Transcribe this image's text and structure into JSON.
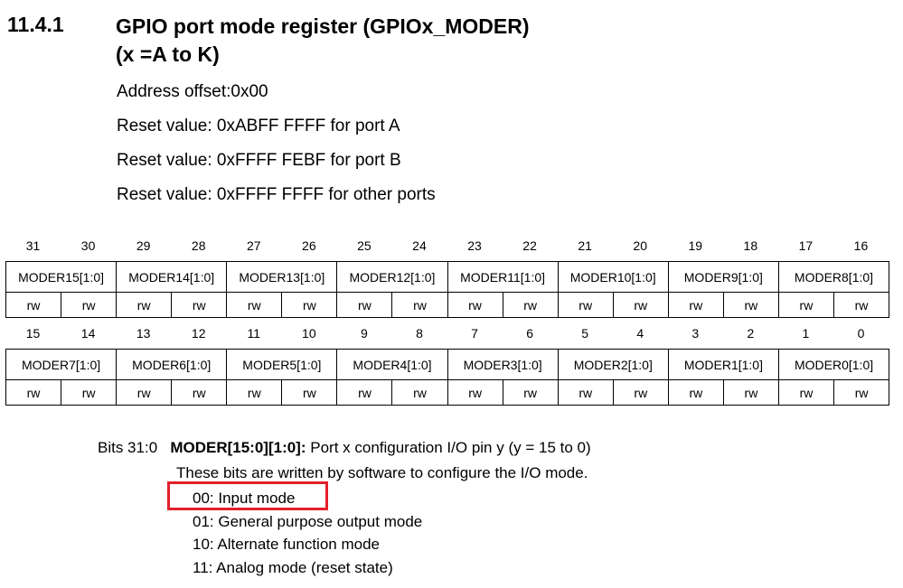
{
  "section": {
    "number": "11.4.1",
    "title_line1": "GPIO port mode register (GPIOx_MODER)",
    "title_line2": "(x =A to K)"
  },
  "meta": {
    "address": "Address offset:0x00",
    "reset_a": "Reset value: 0xABFF FFFF for port A",
    "reset_b": "Reset value: 0xFFFF FEBF for port B",
    "reset_other": "Reset value: 0xFFFF FFFF for other ports"
  },
  "register": {
    "upper_bits": [
      "31",
      "30",
      "29",
      "28",
      "27",
      "26",
      "25",
      "24",
      "23",
      "22",
      "21",
      "20",
      "19",
      "18",
      "17",
      "16"
    ],
    "upper_fields": [
      "MODER15[1:0]",
      "MODER14[1:0]",
      "MODER13[1:0]",
      "MODER12[1:0]",
      "MODER11[1:0]",
      "MODER10[1:0]",
      "MODER9[1:0]",
      "MODER8[1:0]"
    ],
    "lower_bits": [
      "15",
      "14",
      "13",
      "12",
      "11",
      "10",
      "9",
      "8",
      "7",
      "6",
      "5",
      "4",
      "3",
      "2",
      "1",
      "0"
    ],
    "lower_fields": [
      "MODER7[1:0]",
      "MODER6[1:0]",
      "MODER5[1:0]",
      "MODER4[1:0]",
      "MODER3[1:0]",
      "MODER2[1:0]",
      "MODER1[1:0]",
      "MODER0[1:0]"
    ],
    "access": "rw"
  },
  "description": {
    "bits_label": "Bits 31:0",
    "field_name": "MODER[15:0][1:0]:",
    "field_desc": " Port x configuration I/O pin y (y = 15 to 0)",
    "line1": "These bits are written by software to configure the I/O mode.",
    "modes": [
      "00: Input mode",
      "01: General purpose output mode",
      "10: Alternate function mode",
      "11: Analog mode (reset state)"
    ]
  },
  "highlight_color": "#e2202a"
}
